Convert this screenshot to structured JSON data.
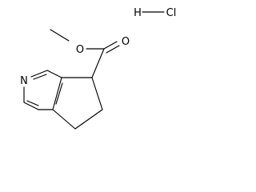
{
  "molecule": {
    "atoms": {
      "ester_oxygen": "O",
      "carbonyl_oxygen": "O",
      "ring_nitrogen": "N"
    },
    "salt": {
      "hydrogen": "H",
      "chlorine": "Cl"
    }
  },
  "colors": {
    "bond": "#000000",
    "label": "#000000",
    "background": "#ffffff"
  }
}
